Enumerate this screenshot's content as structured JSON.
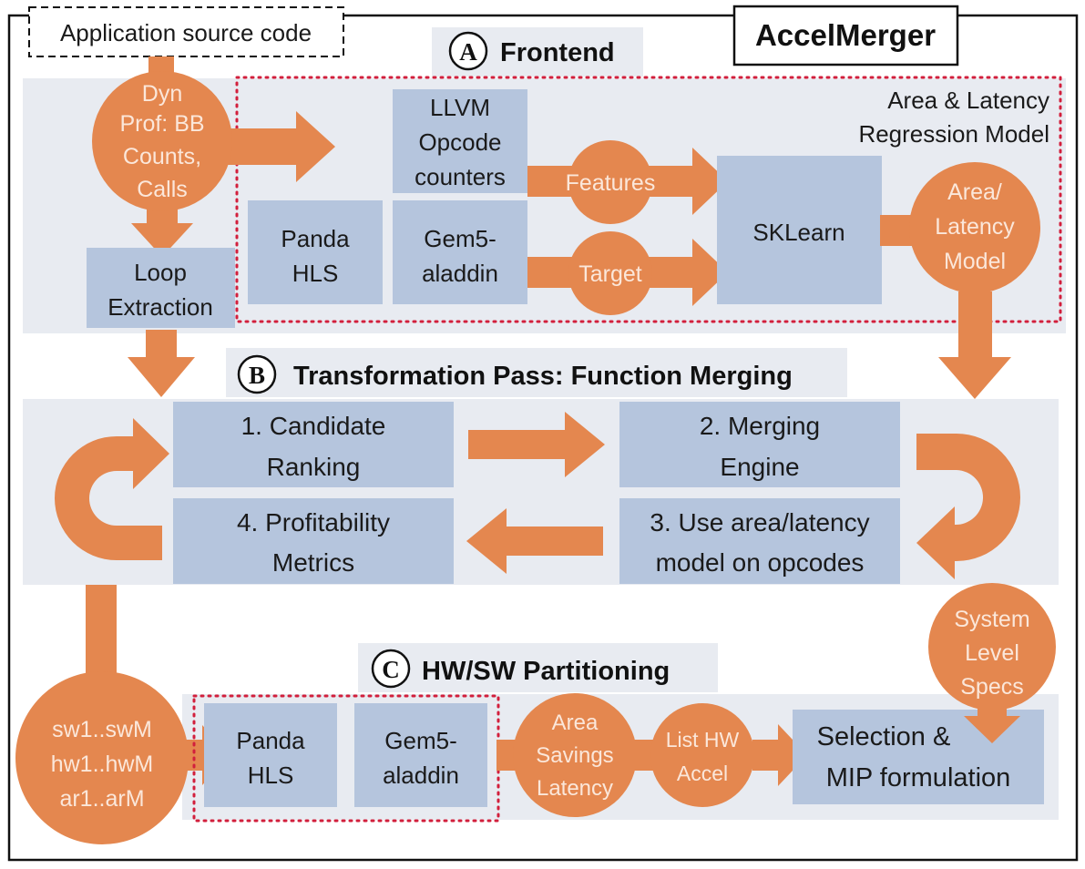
{
  "title": "AccelMerger",
  "source_label": "Application source code",
  "frontend": {
    "section_letter": "A",
    "section_title": "Frontend",
    "regression_label": [
      "Area & Latency",
      "Regression Model"
    ],
    "dyn_prof": [
      "Dyn",
      "Prof: BB",
      "Counts,",
      "Calls"
    ],
    "llvm_box": [
      "LLVM",
      "Opcode",
      "counters"
    ],
    "panda_box": [
      "Panda",
      "HLS"
    ],
    "gem5_box": [
      "Gem5-",
      "aladdin"
    ],
    "features": "Features",
    "target": "Target",
    "sklearn": "SKLearn",
    "area_latency_model": [
      "Area/",
      "Latency",
      "Model"
    ],
    "loop_extraction": [
      "Loop",
      "Extraction"
    ]
  },
  "transform": {
    "section_letter": "B",
    "section_title": "Transformation Pass: Function Merging",
    "step1": [
      "1. Candidate",
      "Ranking"
    ],
    "step2": [
      "2. Merging",
      "Engine"
    ],
    "step3": [
      "3. Use area/latency",
      "model on opcodes"
    ],
    "step4": [
      "4. Profitability",
      "Metrics"
    ]
  },
  "partition": {
    "section_letter": "C",
    "section_title": "HW/SW Partitioning",
    "variants": [
      "sw1..swM",
      "hw1..hwM",
      "ar1..arM"
    ],
    "panda_box": [
      "Panda",
      "HLS"
    ],
    "gem5_box": [
      "Gem5-",
      "aladdin"
    ],
    "area_savings": [
      "Area",
      "Savings",
      "Latency"
    ],
    "list_hw": [
      "List HW",
      "Accel"
    ],
    "system_specs": [
      "System",
      "Level",
      "Specs"
    ],
    "selection": [
      "Selection &",
      "MIP formulation"
    ]
  },
  "colors": {
    "orange": "#E4874F",
    "orange_text": "#FBE7DA",
    "box_blue": "#B5C5DD",
    "panel": "#E8EBF1",
    "dots": "#D21F3C"
  }
}
